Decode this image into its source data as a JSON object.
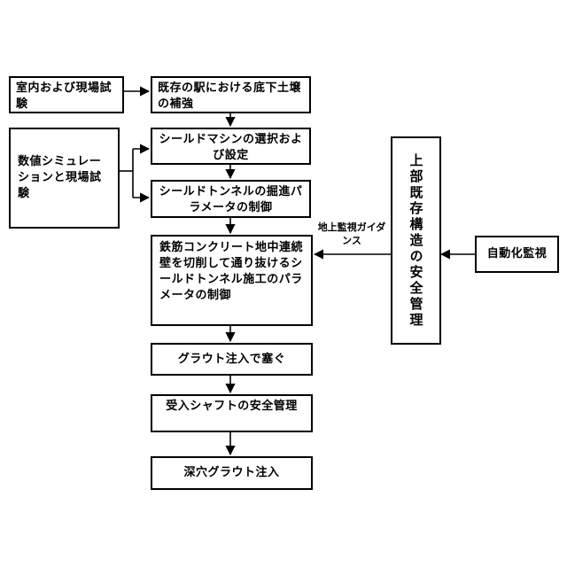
{
  "nodes": {
    "lab_test": "室内および現場試験",
    "underpin": "既存の駅における底下土壌の補強",
    "machine_select": "シールドマシンの選択および設定",
    "drive_control": "シールドトンネルの掘進パラメータの制御",
    "numeric_sim": "数値シミュレーションと現場試験",
    "cut_through": "鉄筋コンクリート地中連続壁を切削して通り抜けるシールドトンネル施工のパラメータの制御",
    "grout_seal": "グラウト注入で塞ぐ",
    "shaft_safety": "受入シャフトの安全管理",
    "deep_grout": "深穴グラウト注入",
    "structure_safety": "上部既存構造の安全管理",
    "auto_monitor": "自動化監視"
  },
  "edge_labels": {
    "guidance": "地上監視ガイダンス"
  }
}
